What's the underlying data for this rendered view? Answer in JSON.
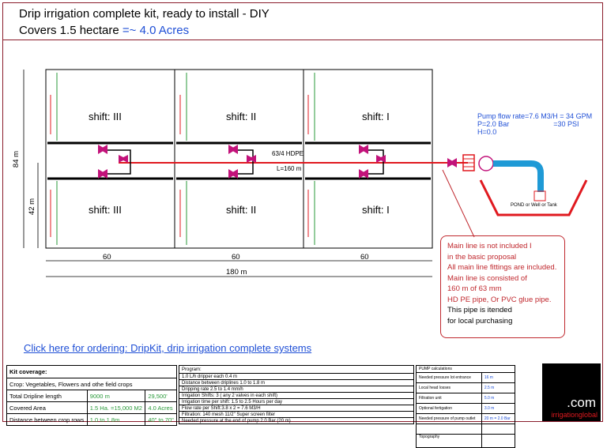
{
  "header": {
    "title": "Drip irrigation complete kit, ready to install - DIY",
    "subtitle_prefix": "Covers 1.5 hectare ",
    "subtitle_accent": "=~ 4.0 Acres"
  },
  "diagram": {
    "shifts": {
      "top_left": "shift: III",
      "top_mid": "shift: II",
      "top_right": "shift: I",
      "bottom_left": "shift: III",
      "bottom_mid": "shift: II",
      "bottom_right": "shift: I"
    },
    "main_line": {
      "pipe": "63/4 HDPE",
      "length": "L=160 m"
    },
    "dims": {
      "height_total": "84 m",
      "height_half": "42 m",
      "width_block": "60",
      "width_total": "180 m"
    },
    "pump_info": {
      "line1": "Pump flow rate=7.6 M3/H = 34 GPM",
      "line2a": "P=2.0 Bar",
      "line2b": "=30 PSI",
      "line3": "H=0.0"
    },
    "pond_label": "POND or Well or Tank",
    "note": {
      "l1": "Main line is not included I",
      "l2": "in the basic proposal",
      "l3": "All main line fittings are included.",
      "l4": "Main line is consisted of",
      "l5": "160 m of 63 mm",
      "l6": "HD PE pipe, Or PVC glue pipe.",
      "l7": "This pipe is itended",
      "l8": "for local purchasing"
    }
  },
  "order_link": "Click here for ordering: DripKit, drip irrigation complete systems",
  "kit_table": {
    "header": "Kit coverage:",
    "crop": "Crop: Vegetables, Flowers and othe field crops",
    "rows": [
      {
        "label": "Total Dripline length",
        "v1": "9000 m",
        "v2": "29,500'"
      },
      {
        "label": "Covered Area",
        "v1": "1.5 Ha. =15,000 M2",
        "v2": "4.0 Acres"
      },
      {
        "label": "Distance between crop rows",
        "v1": "1.0 to 1.8m",
        "v2": "40\" to 70\""
      }
    ]
  },
  "program_table": {
    "header": "Program:",
    "rows": [
      "1.0 L/h dripper each 0.4 m",
      "Distance between driplines 1.0 to 1.8 m",
      "Dripping rate 2.5 to 1.4 mm/h",
      "Irrigation Shifts: 3 ( any 2 valves in each shift)",
      "Irrigation time per shift: 1.5 to 2.5 Hours per day",
      "Flow rate per Shift:3.8 x 2 = 7.6 M3/H",
      "Filtration: 140 mesh 11/2\" Super screen filter",
      "Needed pressure at the end of pump 2.0 Bar (20 m)"
    ]
  },
  "pump_table": {
    "header": "PUMP calculations",
    "rows": [
      {
        "k": "Needed pressure lot entrance",
        "v": "16 m"
      },
      {
        "k": "Local head losses",
        "v": "2.5 m"
      },
      {
        "k": "Filtration unit",
        "v": "5.0 m"
      },
      {
        "k": "Optional fertigation",
        "v": "3.0 m"
      },
      {
        "k": "Needed pressure of pump outlet",
        "v": "20 m = 2.0 Bar"
      },
      {
        "k": "",
        "v": ""
      },
      {
        "k": "Topography",
        "v": ""
      }
    ]
  },
  "brand": {
    "com": ".com",
    "name": "irrigationglobal"
  },
  "colors": {
    "frame": "#8a1c2b",
    "main_line": "#e0191f",
    "accent": "#1f4fd6",
    "lateral": "#2a9a3a",
    "valve": "#c2127a"
  }
}
